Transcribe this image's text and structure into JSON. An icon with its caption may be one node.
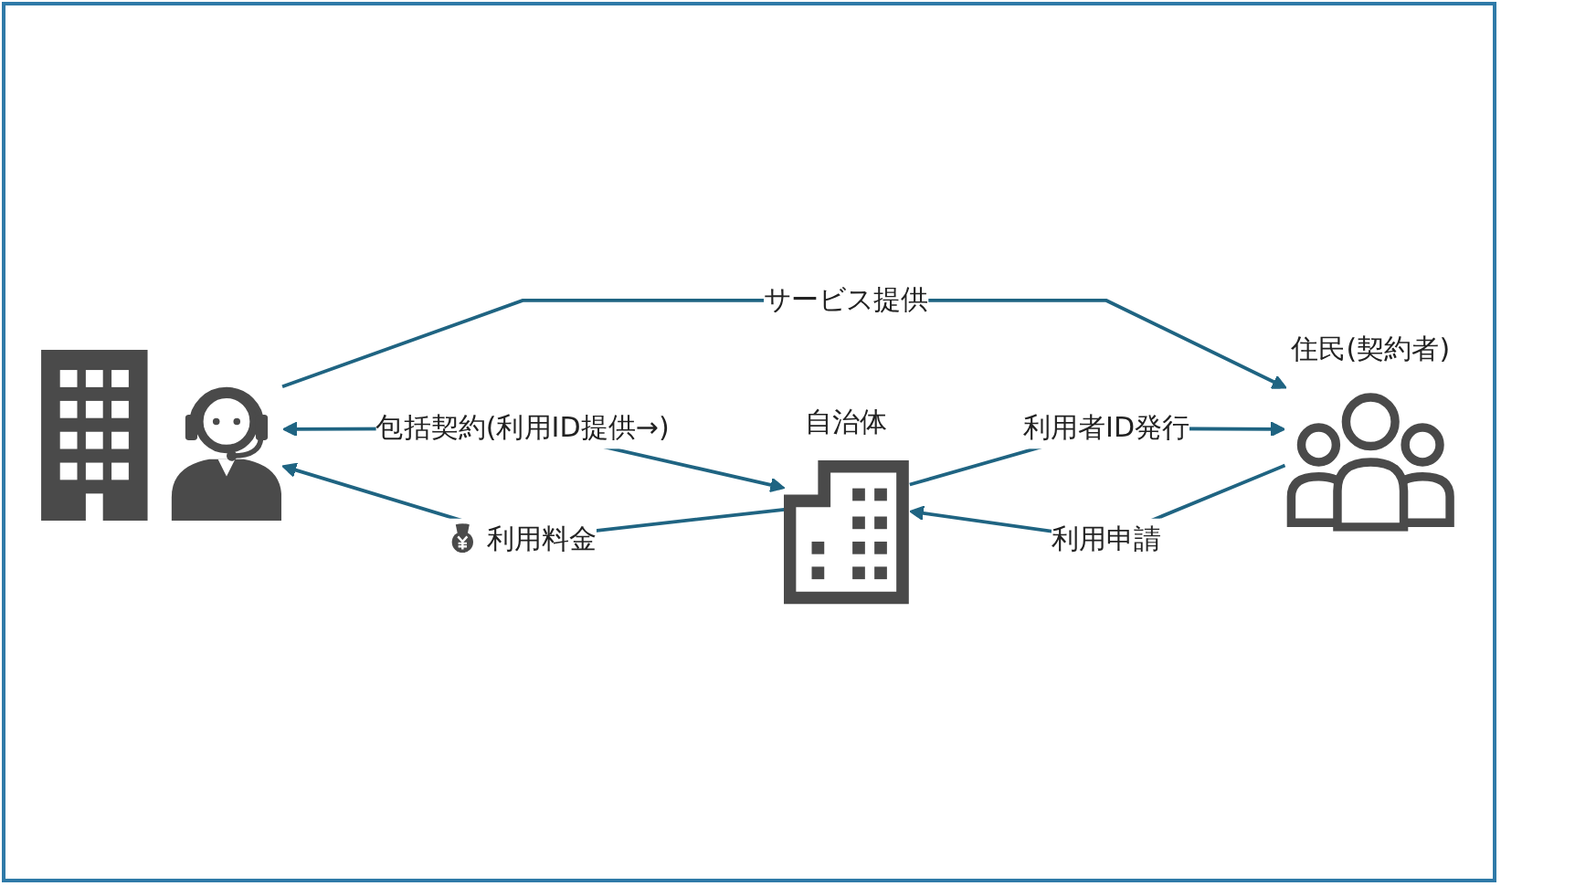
{
  "diagram": {
    "nodes": [
      {
        "text": [],
        "shape": "picture"
      },
      {
        "text": [
          "自治体"
        ]
      },
      {
        "text": [
          "住民(契約者)"
        ]
      }
    ],
    "edges": [
      {
        "from": 0,
        "to": 1,
        "arrow": "both",
        "label": "包括契約(利用ID提供→)"
      },
      {
        "from": 1,
        "to": 0,
        "arrow": "to",
        "label": "利用料金"
      },
      {
        "from": 0,
        "to": 2,
        "arrow": "to",
        "label": "サービス提供"
      },
      {
        "from": 2,
        "to": 1,
        "arrow": "to",
        "label": "利用申請"
      },
      {
        "from": 1,
        "to": 2,
        "arrow": "to",
        "label": "利用者ID発行"
      }
    ]
  }
}
